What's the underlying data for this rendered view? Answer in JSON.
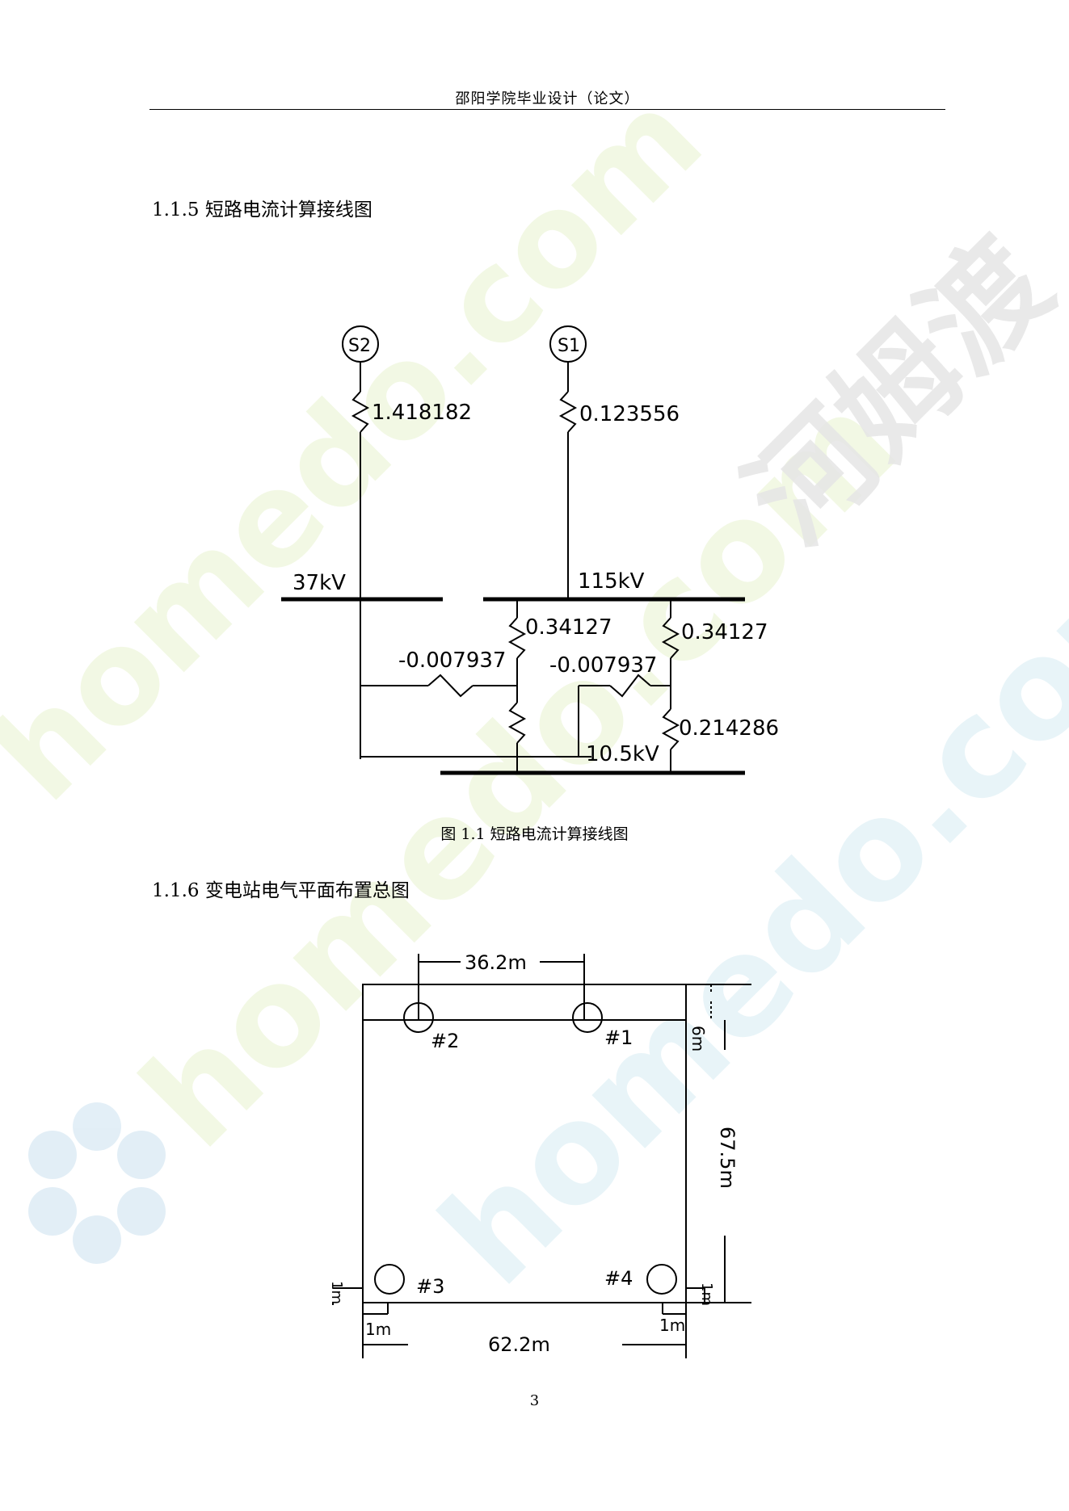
{
  "header": {
    "title": "邵阳学院毕业设计（论文）"
  },
  "section_1": {
    "number": "1.1.5",
    "title": "短路电流计算接线图"
  },
  "figure_1": {
    "caption": "图 1.1 短路电流计算接线图",
    "sources": {
      "s2": "S2",
      "s1": "S1"
    },
    "impedances": {
      "s2": "1.418182",
      "s1": "0.123556",
      "t1_high": "0.34127",
      "t2_high": "0.34127",
      "t1_mid": "-0.007937",
      "t2_mid": "-0.007937",
      "t2_low": "0.214286"
    },
    "buses": {
      "kv37": "37kV",
      "kv115": "115kV",
      "kv10": "10.5kV"
    }
  },
  "section_2": {
    "number": "1.1.6",
    "title": "变电站电气平面布置总图"
  },
  "figure_2": {
    "dim_top": "36.2m",
    "dim_bottom": "62.2m",
    "dim_right": "67.5m",
    "dim_6m": "6m",
    "dim_1m_bl": "1m",
    "dim_1m_br": "1m",
    "dim_1m_left": "1m",
    "dim_1m_right": "1m",
    "towers": {
      "t1": "#1",
      "t2": "#2",
      "t3": "#3",
      "t4": "#4"
    }
  },
  "watermark": {
    "site": "homedo.com",
    "brand": "河姆渡"
  },
  "page_number": "3"
}
